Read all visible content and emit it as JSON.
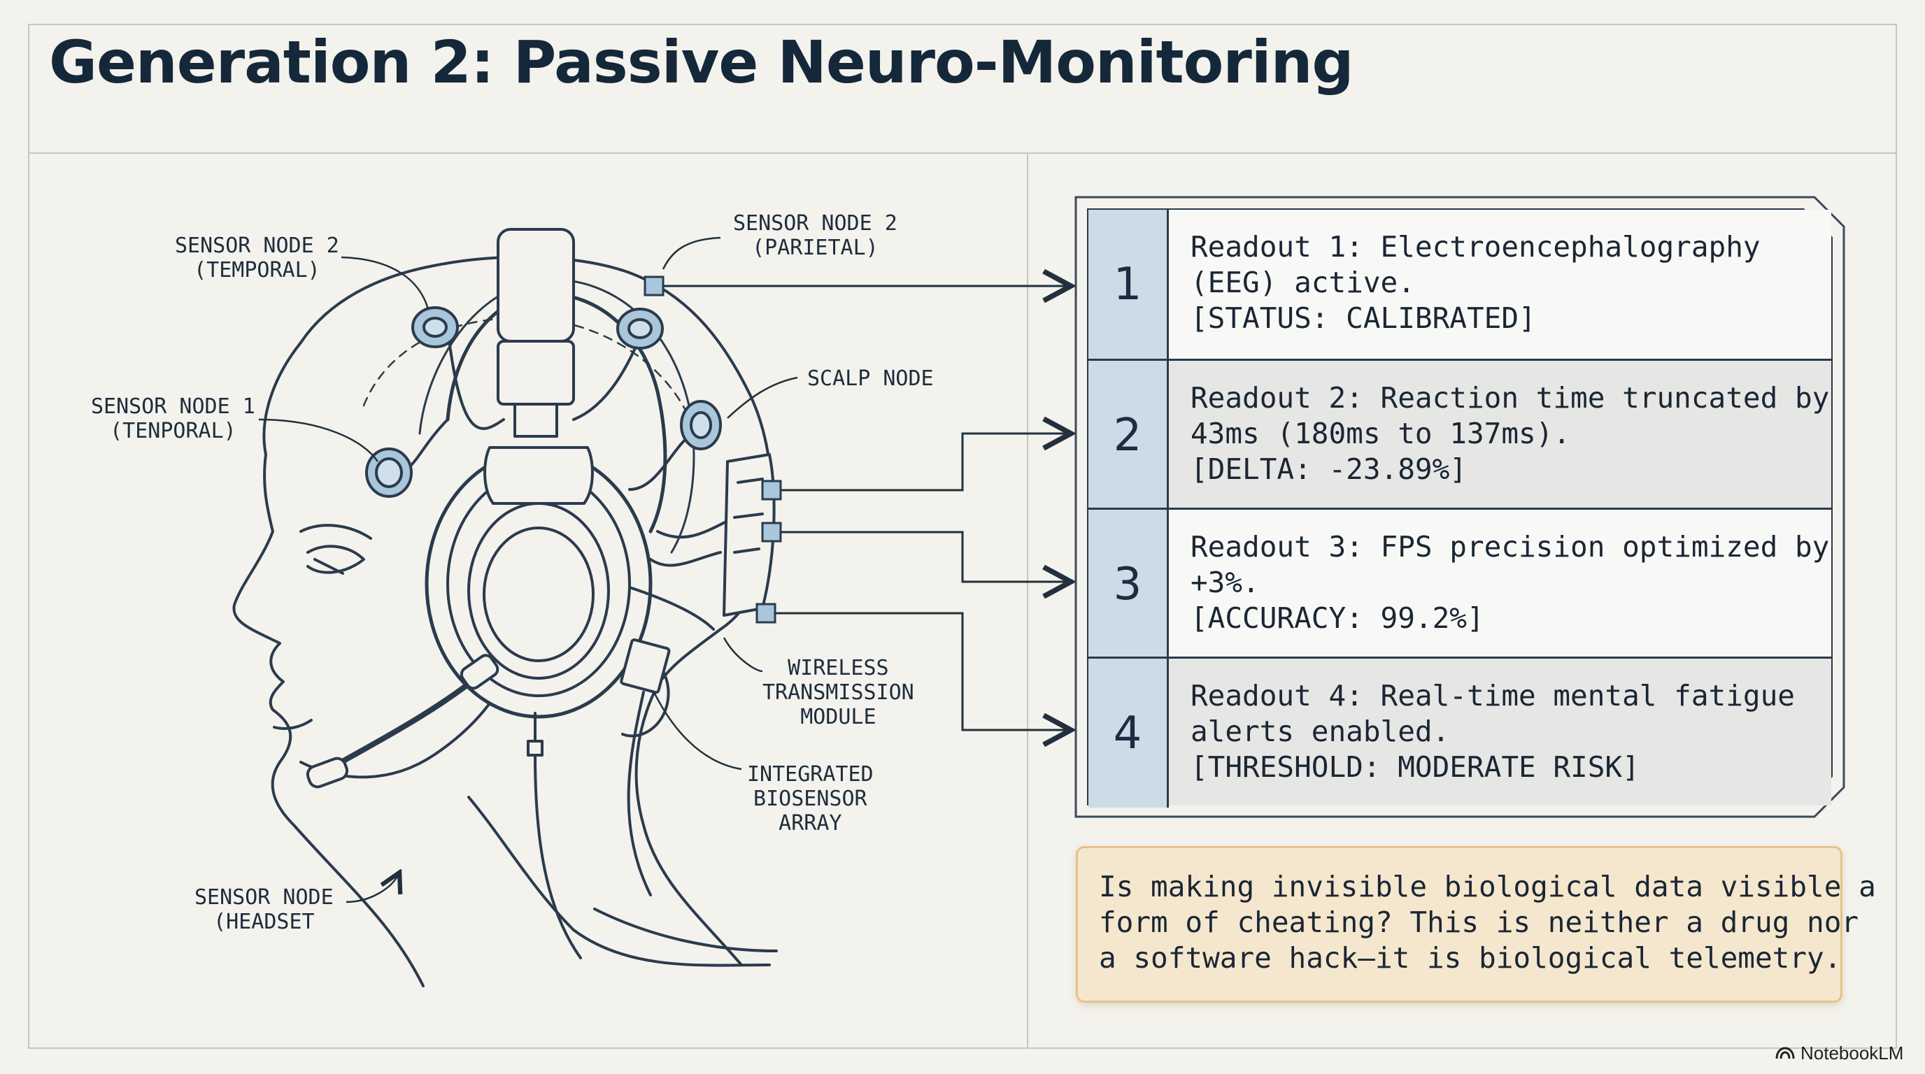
{
  "title": "Generation 2: Passive Neuro-Monitoring",
  "callouts": {
    "temporal_2": [
      "SENSOR NODE 2",
      "(TEMPORAL)"
    ],
    "parietal_2": [
      "SENSOR NODE 2",
      "(PARIETAL)"
    ],
    "temporal_1": [
      "SENSOR NODE 1",
      "(TENPORAL)"
    ],
    "scalp": [
      "SCALP NODE"
    ],
    "wireless": [
      "WIRELESS",
      "TRANSMISSION",
      "MODULE"
    ],
    "biosensor": [
      "INTEGRATED",
      "BIOSENSOR",
      "ARRAY"
    ],
    "headset": [
      "SENSOR NODE",
      "(HEADSET"
    ]
  },
  "readouts": [
    {
      "number": "1",
      "lines": [
        "Readout 1: Electroencephalography",
        "(EEG) active.",
        "[STATUS: CALIBRATED]"
      ]
    },
    {
      "number": "2",
      "lines": [
        "Readout 2: Reaction time truncated by",
        "43ms (180ms to 137ms).",
        "[DELTA: -23.89%]"
      ]
    },
    {
      "number": "3",
      "lines": [
        "Readout 3: FPS precision optimized by",
        "+3%.",
        "[ACCURACY: 99.2%]"
      ]
    },
    {
      "number": "4",
      "lines": [
        "Readout 4: Real-time mental fatigue",
        "alerts enabled.",
        "[THRESHOLD: MODERATE RISK]"
      ]
    }
  ],
  "question": [
    "Is making invisible biological data visible a",
    "form of cheating? This is neither a drug nor",
    "a software hack—it is biological telemetry."
  ],
  "brand": {
    "name": "NotebookLM",
    "icon": "notebooklm-logo-icon"
  },
  "colors": {
    "background": "#f3f2ec",
    "ink": "#1c2b3a",
    "number_cell": "#cddbe6",
    "sensor_fill": "#a9c6da",
    "question_fill": "#f4e7cd",
    "question_border": "#e5c28a"
  }
}
